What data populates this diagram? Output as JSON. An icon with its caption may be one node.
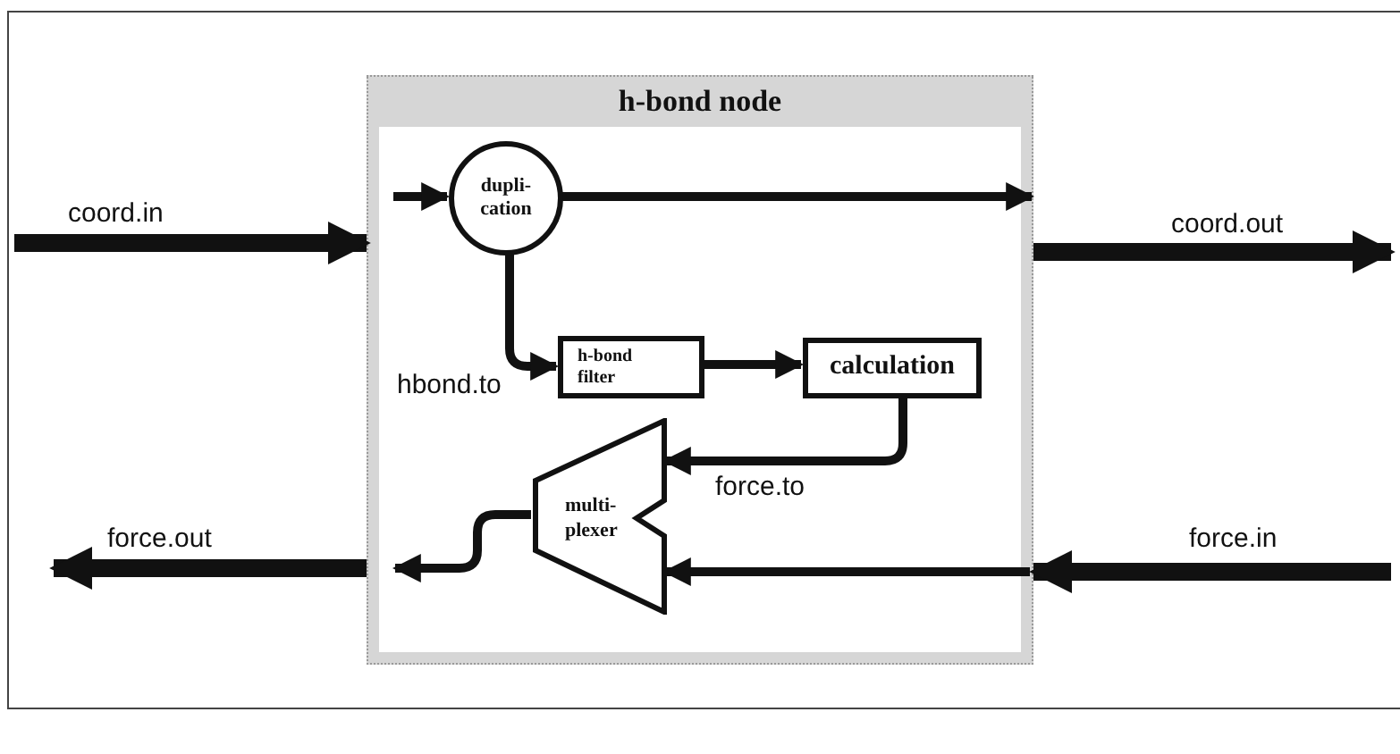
{
  "diagram": {
    "nodes": [
      {
        "text": [
          "h-bond node"
        ]
      },
      {
        "text": [
          "dupli- cation"
        ],
        "in": 0
      },
      {
        "text": [
          "h-bond filter"
        ],
        "in": 0
      },
      {
        "text": [
          "calculation"
        ],
        "in": 0
      },
      {
        "text": [
          "multi- plexer"
        ],
        "in": 0
      }
    ],
    "edges": [
      {
        "from": null,
        "to": 0,
        "arrow": "to",
        "label": "coord.in",
        "style": "thick"
      },
      {
        "from": null,
        "to": 1,
        "arrow": "to"
      },
      {
        "from": 1,
        "to": null,
        "arrow": "to"
      },
      {
        "from": 0,
        "to": null,
        "arrow": "to",
        "label": "coord.out",
        "style": "thick"
      },
      {
        "from": 1,
        "to": 2,
        "arrow": "to",
        "label": "hbond.to"
      },
      {
        "from": 2,
        "to": 3,
        "arrow": "to"
      },
      {
        "from": 3,
        "to": 4,
        "arrow": "to",
        "label": "force.to"
      },
      {
        "from": null,
        "to": 4,
        "arrow": "to"
      },
      {
        "from": null,
        "to": 0,
        "arrow": "to",
        "label": "force.in",
        "style": "thick"
      },
      {
        "from": 4,
        "to": null,
        "arrow": "to"
      },
      {
        "from": 0,
        "to": null,
        "arrow": "to",
        "label": "force.out",
        "style": "thick"
      }
    ]
  }
}
